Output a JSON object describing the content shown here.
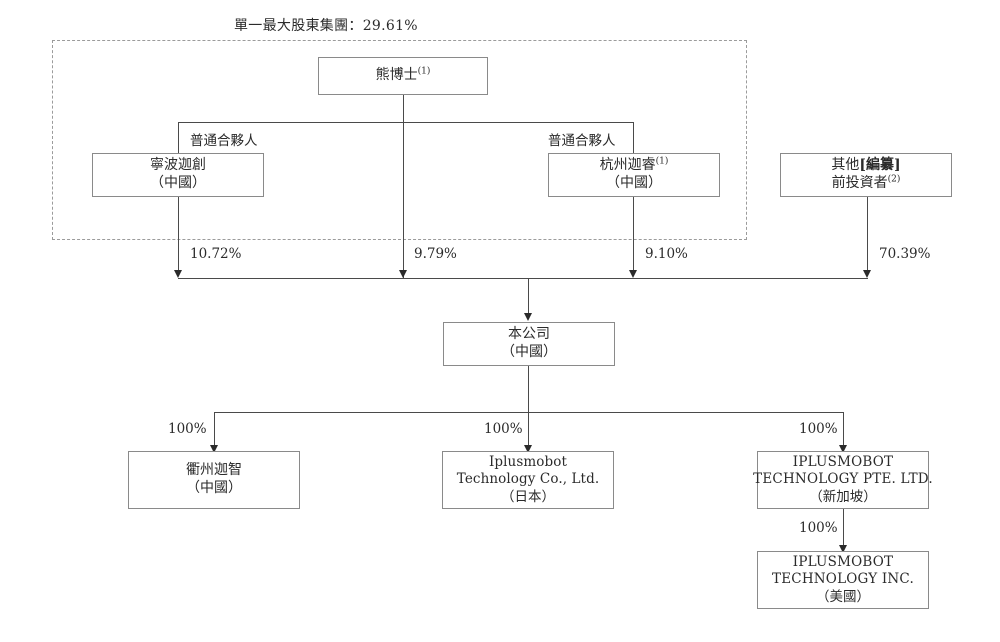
{
  "chart_data": {
    "type": "diagram",
    "title": "單一最大股東集團：29.61%",
    "diagram_kind": "corporate-shareholding-structure",
    "group_box": {
      "label": "單一最大股東集團：29.61%",
      "percent": "29.61%",
      "members": [
        "寧波迦創",
        "杭州迦睿",
        "熊博士"
      ]
    },
    "nodes": [
      {
        "id": "dr-xiong",
        "line1": "熊博士",
        "sup1": "(1)",
        "line2": "",
        "tier": 1
      },
      {
        "id": "ningbo-jiachuang",
        "line1": "寧波迦創",
        "sup1": "",
        "line2": "（中國）",
        "tier": 2
      },
      {
        "id": "hangzhou-jiarui",
        "line1": "杭州迦睿",
        "sup1": "(1)",
        "line2": "（中國）",
        "tier": 2
      },
      {
        "id": "other-pre-ipo",
        "line1": "其他[編纂]",
        "sup1": "",
        "line2": "前投資者",
        "sup2": "(2)",
        "tier": 2
      },
      {
        "id": "the-company",
        "line1": "本公司",
        "sup1": "",
        "line2": "（中國）",
        "tier": 3
      },
      {
        "id": "quzhou-jiazhi",
        "line1": "衢州迦智",
        "sup1": "",
        "line2": "（中國）",
        "tier": 4
      },
      {
        "id": "iplusmobot-japan",
        "line1": "Iplusmobot",
        "line2": "Technology Co., Ltd.",
        "line3": "（日本）",
        "tier": 4
      },
      {
        "id": "iplusmobot-singapore",
        "line1": "IPLUSMOBOT",
        "line2": "TECHNOLOGY PTE. LTD.",
        "line3": "（新加坡）",
        "tier": 4
      },
      {
        "id": "iplusmobot-usa",
        "line1": "IPLUSMOBOT",
        "line2": "TECHNOLOGY INC.",
        "line3": "（美國）",
        "tier": 5
      }
    ],
    "edges": [
      {
        "from": "ningbo-jiachuang",
        "to": "the-company",
        "label": "10.72%"
      },
      {
        "from": "dr-xiong",
        "to": "the-company",
        "label": "9.79%"
      },
      {
        "from": "hangzhou-jiarui",
        "to": "the-company",
        "label": "9.10%"
      },
      {
        "from": "other-pre-ipo",
        "to": "the-company",
        "label": "70.39%"
      },
      {
        "from": "the-company",
        "to": "quzhou-jiazhi",
        "label": "100%"
      },
      {
        "from": "the-company",
        "to": "iplusmobot-japan",
        "label": "100%"
      },
      {
        "from": "the-company",
        "to": "iplusmobot-singapore",
        "label": "100%"
      },
      {
        "from": "iplusmobot-singapore",
        "to": "iplusmobot-usa",
        "label": "100%"
      },
      {
        "from": "dr-xiong",
        "to": "ningbo-jiachuang",
        "label": "普通合夥人"
      },
      {
        "from": "dr-xiong",
        "to": "hangzhou-jiarui",
        "label": "普通合夥人"
      }
    ],
    "colors": {
      "box_border": "#8a8a8a",
      "connector": "#4a4a4a",
      "dashed_border": "#9b9b9b",
      "text": "#2b2b2b",
      "background": "#ffffff"
    }
  },
  "title": {
    "group_label": "單一最大股東集團：29.61%"
  },
  "nodes": {
    "dr_xiong": {
      "line1": "熊博士",
      "sup1": "(1)"
    },
    "ningbo": {
      "line1": "寧波迦創",
      "line2": "（中國）"
    },
    "hangzhou": {
      "line1": "杭州迦睿",
      "sup1": "(1)",
      "line2": "（中國）"
    },
    "other_investors": {
      "line1_a": "其他",
      "line1_b": "[編纂]",
      "line2": "前投資者",
      "sup2": "(2)"
    },
    "company": {
      "line1": "本公司",
      "line2": "（中國）"
    },
    "quzhou": {
      "line1": "衢州迦智",
      "line2": "（中國）"
    },
    "japan": {
      "line1": "Iplusmobot",
      "line2": "Technology Co., Ltd.",
      "line3": "（日本）"
    },
    "singapore": {
      "line1": "IPLUSMOBOT",
      "line2": "TECHNOLOGY PTE. LTD.",
      "line3": "（新加坡）"
    },
    "usa": {
      "line1": "IPLUSMOBOT",
      "line2": "TECHNOLOGY INC.",
      "line3": "（美國）"
    }
  },
  "labels": {
    "gp_left": "普通合夥人",
    "gp_right": "普通合夥人",
    "pct_ningbo": "10.72%",
    "pct_xiong": "9.79%",
    "pct_hangzhou": "9.10%",
    "pct_other": "70.39%",
    "pct_quzhou": "100%",
    "pct_japan": "100%",
    "pct_singapore": "100%",
    "pct_usa": "100%"
  }
}
